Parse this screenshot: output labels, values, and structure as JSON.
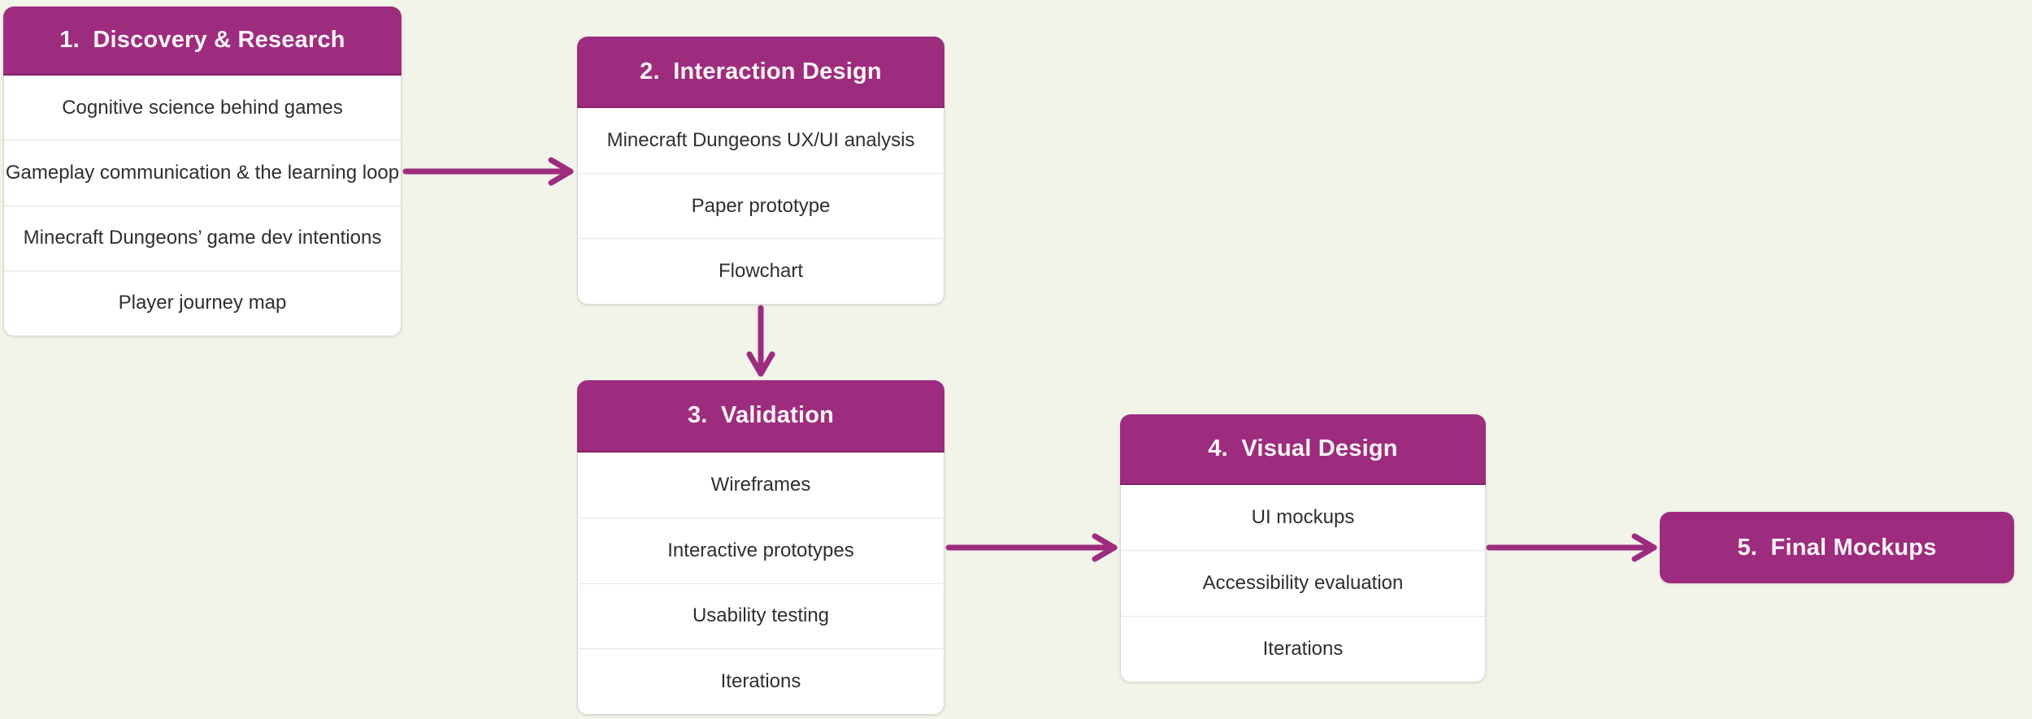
{
  "diagram": {
    "description": "UX design process flowchart",
    "stages": [
      {
        "id": "discovery-research",
        "title": "1.  Discovery & Research",
        "items": [
          "Cognitive science behind games",
          "Gameplay communication & the learning loop",
          "Minecraft Dungeons’ game dev intentions",
          "Player journey map"
        ]
      },
      {
        "id": "interaction-design",
        "title": "2.  Interaction Design",
        "items": [
          "Minecraft Dungeons UX/UI analysis",
          "Paper prototype",
          "Flowchart"
        ]
      },
      {
        "id": "validation",
        "title": "3.  Validation",
        "items": [
          "Wireframes",
          "Interactive prototypes",
          "Usability testing",
          "Iterations"
        ]
      },
      {
        "id": "visual-design",
        "title": "4.  Visual Design",
        "items": [
          "UI mockups",
          "Accessibility evaluation",
          "Iterations"
        ]
      },
      {
        "id": "final-mockups",
        "title": "5.  Final Mockups",
        "items": []
      }
    ],
    "connections": [
      {
        "from": "discovery-research",
        "to": "interaction-design",
        "direction": "right"
      },
      {
        "from": "interaction-design",
        "to": "validation",
        "direction": "down"
      },
      {
        "from": "validation",
        "to": "visual-design",
        "direction": "right"
      },
      {
        "from": "visual-design",
        "to": "final-mockups",
        "direction": "right"
      }
    ]
  },
  "colors": {
    "accent": "#9d2c7e",
    "accent_dark": "#832467",
    "background": "#f2f3e9",
    "box_border": "#d8d8d3",
    "separator": "#e4e4e0",
    "item_text": "#2f2f2f",
    "header_text": "#fcf4f9"
  }
}
